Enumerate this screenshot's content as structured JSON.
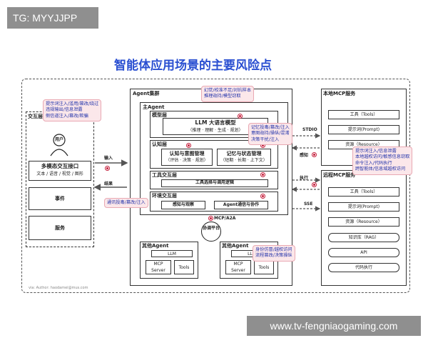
{
  "watermark_top": "TG: MYYJJPP",
  "watermark_bottom": "www.tv-fengniaogaming.com",
  "title": "智能体应用场景的主要风险点",
  "interaction_layer": {
    "label": "交互层",
    "user": "用户",
    "multimodal": "多模态交互接口",
    "modalities": "文本 / 语音 / 视觉 / 图形",
    "events": "事件",
    "services": "服务"
  },
  "agent_cluster": {
    "label": "Agent集群",
    "main_agent": "主Agent",
    "model_layer": "模型层",
    "llm": "LLM 大语言模型",
    "llm_sub": "（推理 · 理解 · 生成 · 规划）",
    "cognition_layer": "认知层",
    "cog_left": "认知与意图管理",
    "cog_left_sub": "（评估 · 决策 · 规划）",
    "cog_right": "记忆与状态管理",
    "cog_right_sub": "（短期 · 长期 · 上下文）",
    "tool_layer": "工具交互层",
    "tool_inner": "工具选择与调用逻辑",
    "env_layer": "环境交互层",
    "env_left": "感知与观察",
    "env_right": "Agent通信与协作",
    "protocol": "MCP/A2A",
    "coord": "协调平台",
    "other_agent": "其他Agent",
    "other_llm": "LLM",
    "other_mcp": "MCP Server",
    "other_tools": "Tools"
  },
  "flows": {
    "input": "输入",
    "result": "结果",
    "stdio": "STDIO",
    "perceive": "感知",
    "execute": "执行",
    "sse": "SSE"
  },
  "local_mcp": {
    "label": "本地MCP服务",
    "items": [
      "工具（Tools）",
      "提示词(Prompt)",
      "资源（Resource）"
    ]
  },
  "remote_mcp": {
    "label": "远程MCP服务",
    "items": [
      "工具（Tools）",
      "提示词(Prompt)",
      "资源（Resource）",
      "知识库（RAG）",
      "API",
      "代码执行"
    ]
  },
  "risks": {
    "r1": [
      "提示词注入/滥用/篡改/绕过",
      "违规输出/信息泄露",
      "侧信道注入/篡改/欺骗"
    ],
    "r2": [
      "幻觉/校准不足/对抗样本",
      "推理劫持/模型窃取"
    ],
    "r3": [
      "记忆投毒/篡改/注入",
      "意图劫持/操纵/混淆",
      "决策干扰/注入"
    ],
    "r4": [
      "提示词注入/信息泄露",
      "本地越权访问/敏感信息窃取",
      "命令注入/代码执行",
      "跨智能体/信息域越权访问"
    ],
    "r5": [
      "通讯投毒/篡改/注入"
    ],
    "r6": [
      "身份仿冒/越权访问",
      "流程篡改/决策操纵"
    ]
  },
  "author": "via: Author: haodamei@mus.com",
  "colors": {
    "title": "#2a4fd1",
    "risk_bg": "#fbe7ea",
    "risk_text": "#2233aa",
    "risk_dot": "#c41d3a"
  }
}
